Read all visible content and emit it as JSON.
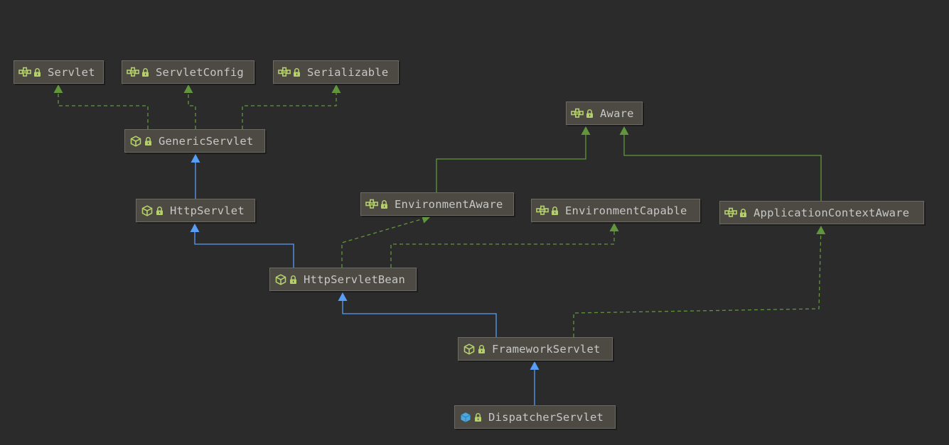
{
  "colors": {
    "background": "#2b2b2b",
    "node_fill": "#4c4a43",
    "node_border": "#6b6a63",
    "text": "#c7c7c7",
    "extends_edge": "#589df6",
    "implements_edge": "#62963d",
    "interface_extends_edge": "#62963d",
    "interface_icon": "#b5d06b",
    "class_icon": "#b5d06b",
    "final_class_icon": "#4aa8e0"
  },
  "nodes": [
    {
      "id": "servlet",
      "label": "Servlet",
      "kind": "interface",
      "icon": "interface-icon"
    },
    {
      "id": "servlet_config",
      "label": "ServletConfig",
      "kind": "interface",
      "icon": "interface-icon"
    },
    {
      "id": "serializable",
      "label": "Serializable",
      "kind": "interface",
      "icon": "interface-icon"
    },
    {
      "id": "aware",
      "label": "Aware",
      "kind": "interface",
      "icon": "interface-icon"
    },
    {
      "id": "generic_servlet",
      "label": "GenericServlet",
      "kind": "abstract-class",
      "icon": "abstract-class-icon"
    },
    {
      "id": "environment_aware",
      "label": "EnvironmentAware",
      "kind": "interface",
      "icon": "interface-icon"
    },
    {
      "id": "http_servlet",
      "label": "HttpServlet",
      "kind": "abstract-class",
      "icon": "abstract-class-icon"
    },
    {
      "id": "environment_capable",
      "label": "EnvironmentCapable",
      "kind": "interface",
      "icon": "interface-icon"
    },
    {
      "id": "application_context_aware",
      "label": "ApplicationContextAware",
      "kind": "interface",
      "icon": "interface-icon"
    },
    {
      "id": "http_servlet_bean",
      "label": "HttpServletBean",
      "kind": "abstract-class",
      "icon": "abstract-class-icon"
    },
    {
      "id": "framework_servlet",
      "label": "FrameworkServlet",
      "kind": "abstract-class",
      "icon": "abstract-class-icon"
    },
    {
      "id": "dispatcher_servlet",
      "label": "DispatcherServlet",
      "kind": "class",
      "icon": "class-icon"
    }
  ],
  "edges": [
    {
      "from": "generic_servlet",
      "to": "servlet",
      "type": "implements"
    },
    {
      "from": "generic_servlet",
      "to": "servlet_config",
      "type": "implements"
    },
    {
      "from": "generic_servlet",
      "to": "serializable",
      "type": "implements"
    },
    {
      "from": "http_servlet",
      "to": "generic_servlet",
      "type": "extends"
    },
    {
      "from": "environment_aware",
      "to": "aware",
      "type": "interface-extends"
    },
    {
      "from": "application_context_aware",
      "to": "aware",
      "type": "interface-extends"
    },
    {
      "from": "http_servlet_bean",
      "to": "http_servlet",
      "type": "extends"
    },
    {
      "from": "http_servlet_bean",
      "to": "environment_aware",
      "type": "implements"
    },
    {
      "from": "http_servlet_bean",
      "to": "environment_capable",
      "type": "implements"
    },
    {
      "from": "framework_servlet",
      "to": "http_servlet_bean",
      "type": "extends"
    },
    {
      "from": "framework_servlet",
      "to": "application_context_aware",
      "type": "implements"
    },
    {
      "from": "dispatcher_servlet",
      "to": "framework_servlet",
      "type": "extends"
    }
  ]
}
